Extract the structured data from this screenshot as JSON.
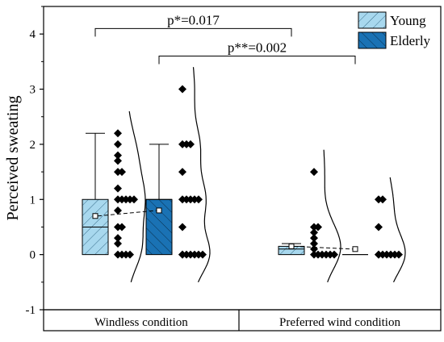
{
  "chart_data": {
    "type": "box",
    "ylabel": "Perceived sweating",
    "ylim": [
      -1,
      4.5
    ],
    "yticks": [
      "-1",
      "0",
      "1",
      "2",
      "3",
      "4"
    ],
    "categories": [
      "Windless condition",
      "Preferred wind condition"
    ],
    "legend": {
      "placement": "top-right",
      "entries": [
        {
          "name": "Young",
          "color": "#a8d8ee"
        },
        {
          "name": "Elderly",
          "color": "#1a72b4"
        }
      ]
    },
    "series": [
      {
        "name": "Young",
        "color": "#a8d8ee",
        "boxes": [
          {
            "category": "Windless condition",
            "q1": 0,
            "median": 0.5,
            "q3": 1.0,
            "whisker_low": 0,
            "whisker_high": 2.2,
            "mean": 0.7,
            "points": [
              2.2,
              2.0,
              1.8,
              1.7,
              1.5,
              1.5,
              1.2,
              1.0,
              1.0,
              1.0,
              1.0,
              1.0,
              0.8,
              0.5,
              0.5,
              0.3,
              0.2,
              0.0,
              0.0,
              0.0,
              0.0
            ]
          },
          {
            "category": "Preferred wind condition",
            "q1": 0,
            "median": 0.1,
            "q3": 0.15,
            "whisker_low": 0,
            "whisker_high": 0.2,
            "mean": 0.15,
            "points": [
              1.5,
              0.5,
              0.5,
              0.4,
              0.3,
              0.2,
              0.1,
              0.0,
              0.0,
              0.0,
              0.0,
              0.0,
              0.0
            ]
          }
        ]
      },
      {
        "name": "Elderly",
        "color": "#1a72b4",
        "boxes": [
          {
            "category": "Windless condition",
            "q1": 0,
            "median": 1.0,
            "q3": 1.0,
            "whisker_low": 0,
            "whisker_high": 2.0,
            "mean": 0.8,
            "points": [
              3.0,
              2.0,
              2.0,
              2.0,
              1.5,
              1.0,
              1.0,
              1.0,
              1.0,
              1.0,
              0.5,
              0.0,
              0.0,
              0.0,
              0.0,
              0.0,
              0.0,
              0.0
            ]
          },
          {
            "category": "Preferred wind condition",
            "q1": 0,
            "median": 0,
            "q3": 0,
            "whisker_low": 0,
            "whisker_high": 0,
            "mean": 0.1,
            "points": [
              1.0,
              1.0,
              0.5,
              0.0,
              0.0,
              0.0,
              0.0,
              0.0,
              0.0,
              0.0
            ]
          }
        ]
      }
    ],
    "annotations": [
      {
        "text": "p*=0.017",
        "from": "Young · Windless condition",
        "to": "Young · Preferred wind condition",
        "y": 4.1
      },
      {
        "text": "p**=0.002",
        "from": "Elderly · Windless condition",
        "to": "Elderly · Preferred wind condition",
        "y": 3.6
      }
    ]
  }
}
